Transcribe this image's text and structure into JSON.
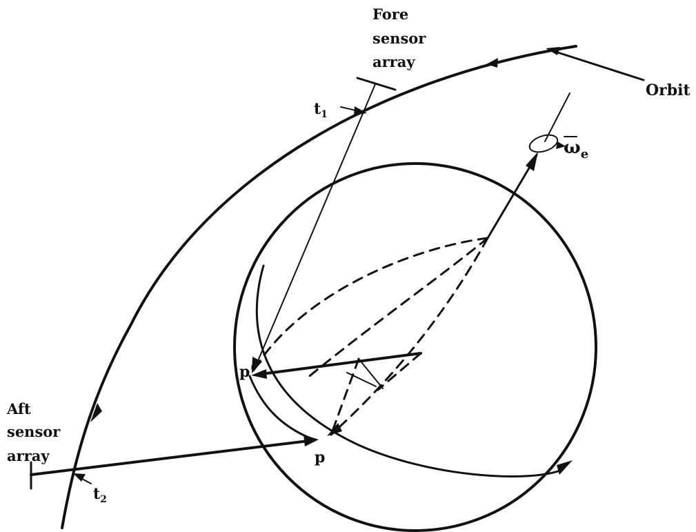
{
  "labels": {
    "fore_sensor": [
      "Fore",
      "sensor",
      "array"
    ],
    "aft_sensor": [
      "Aft",
      "sensor",
      "array"
    ],
    "orbit": "Orbit",
    "t1": "t",
    "t1_sub": "1",
    "t2": "t",
    "t2_sub": "2",
    "omega": "ω",
    "omega_sub": "e",
    "p_prime": "p'",
    "p": "p"
  },
  "colors": {
    "ink": "#111111",
    "background": "#ffffff"
  }
}
